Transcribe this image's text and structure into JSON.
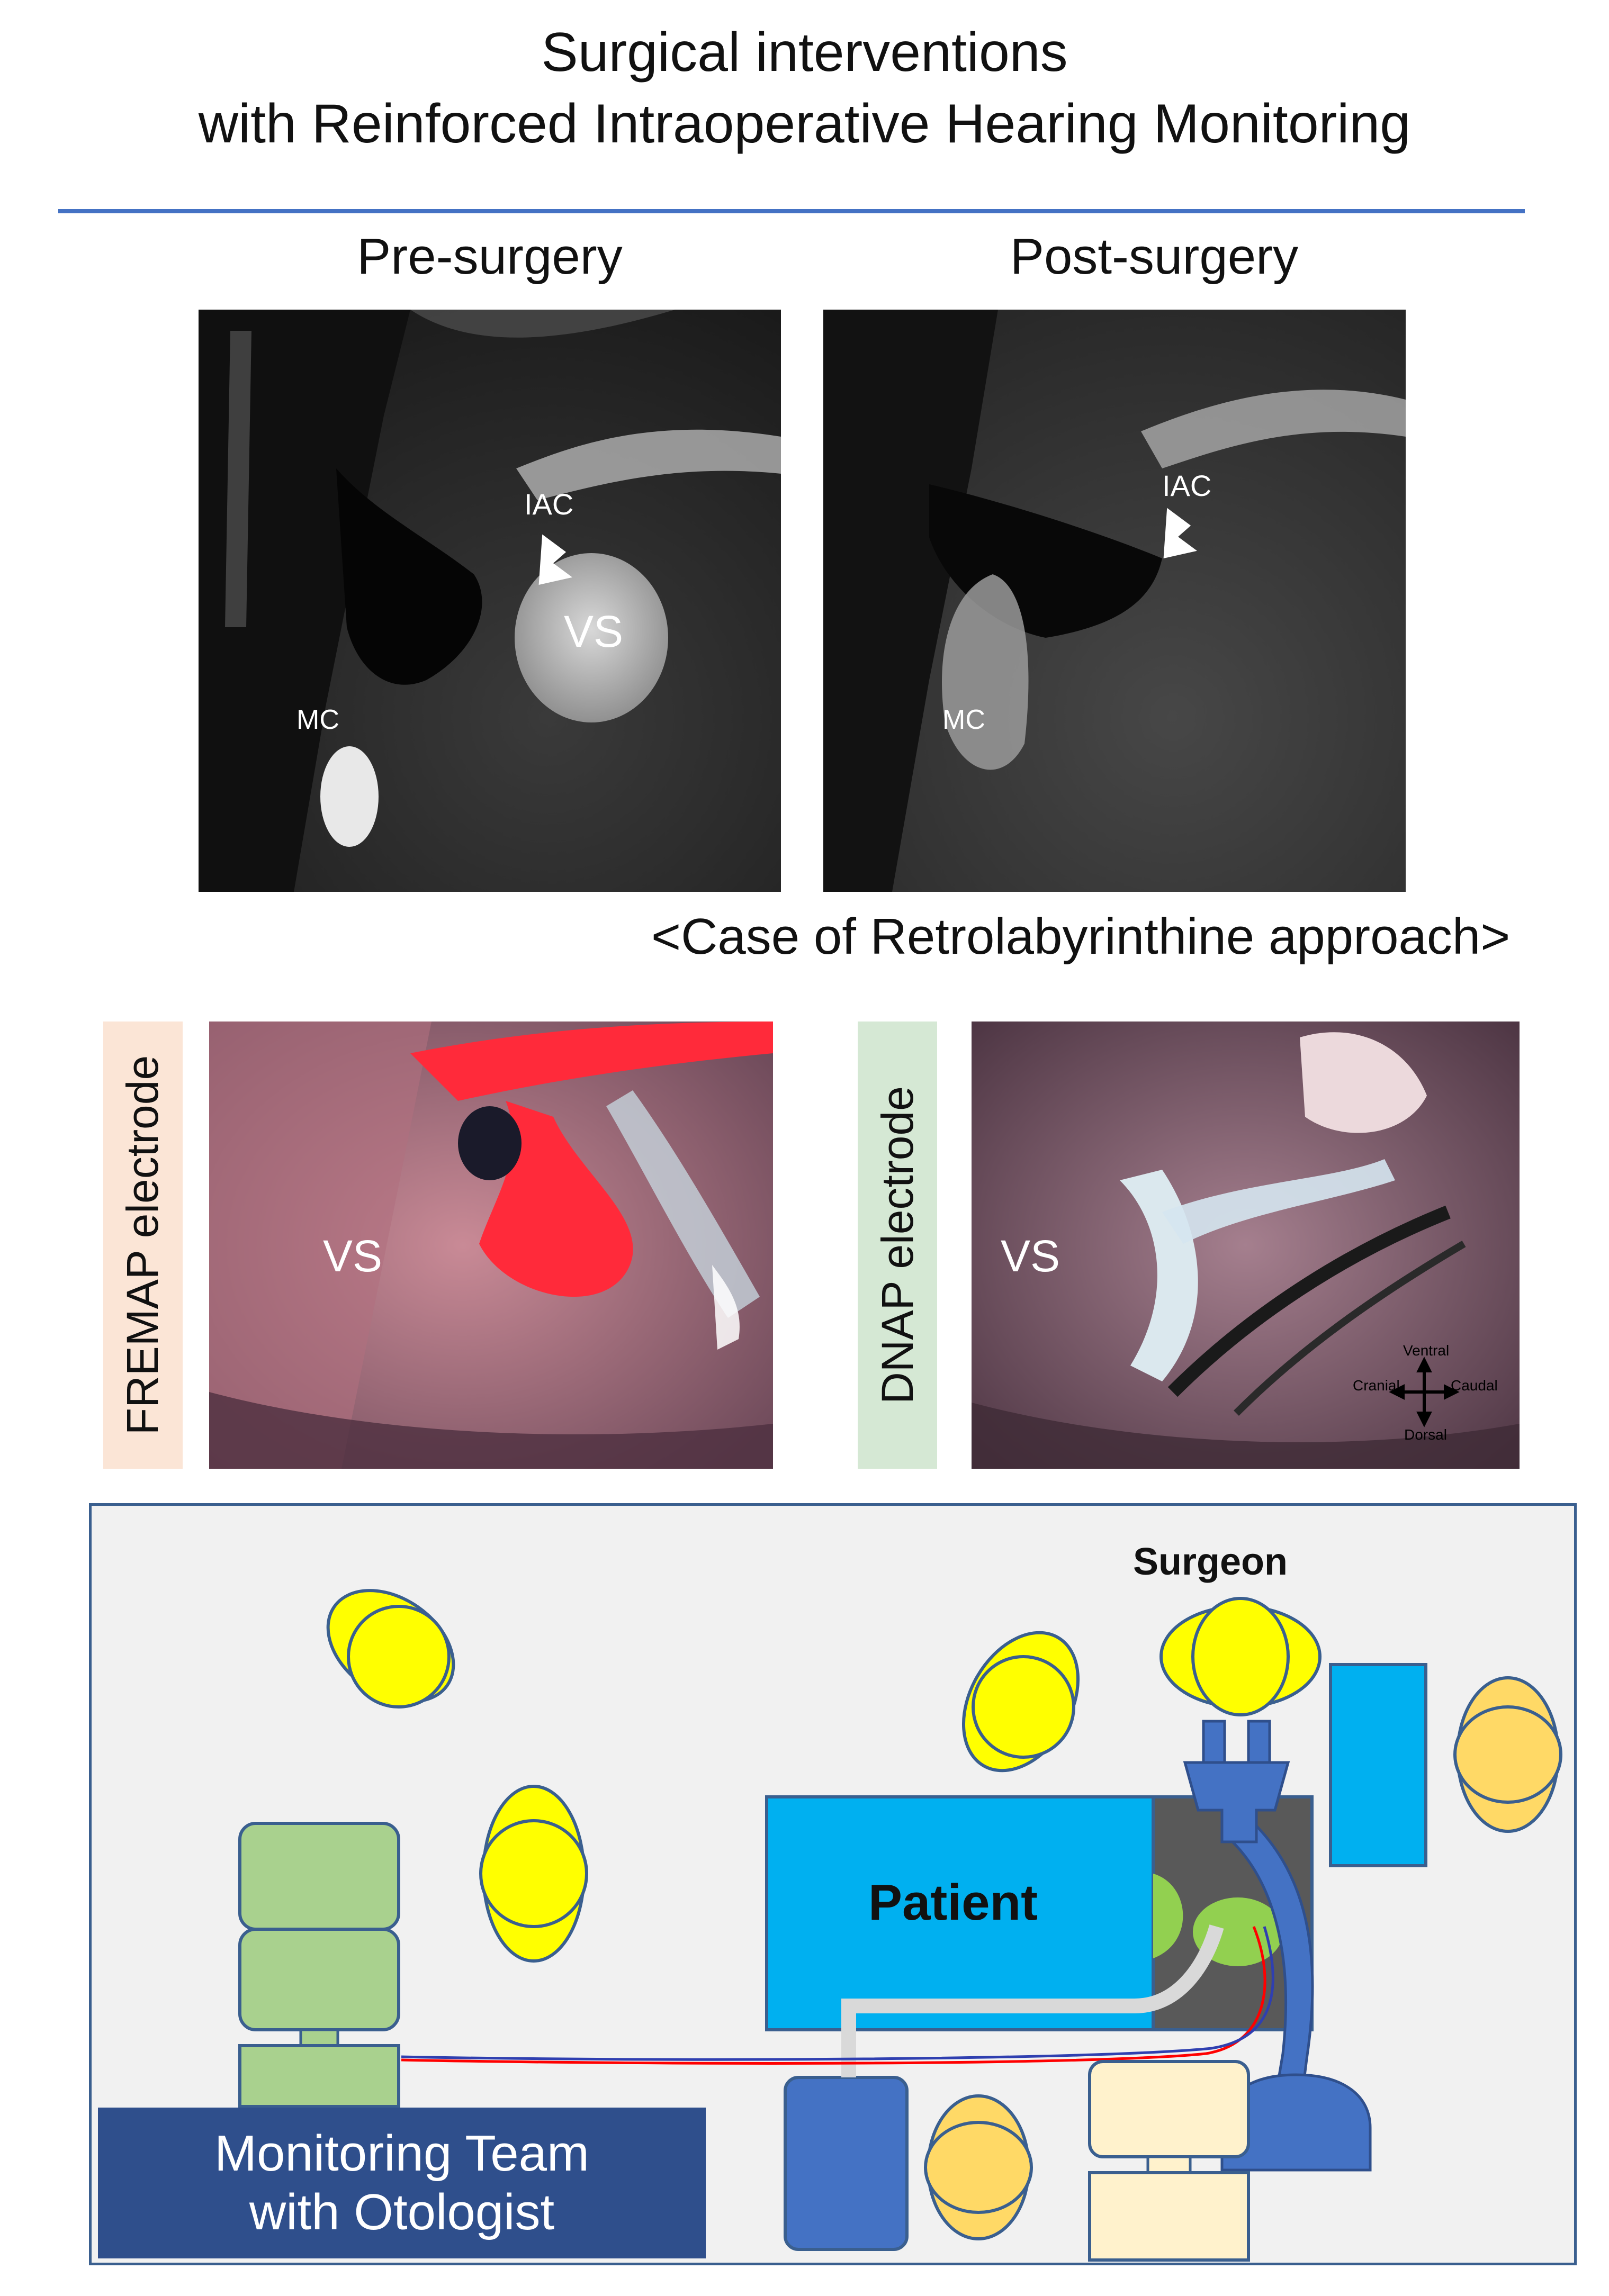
{
  "title": {
    "line1": "Surgical interventions",
    "line2": "with Reinforced Intraoperative Hearing Monitoring"
  },
  "mri": {
    "pre_label": "Pre-surgery",
    "post_label": "Post-surgery",
    "pre_annotations": {
      "iac": "IAC",
      "vs": "VS",
      "mc": "MC"
    },
    "post_annotations": {
      "iac": "IAC",
      "mc": "MC"
    }
  },
  "case_label": "<Case of Retrolabyrinthine approach>",
  "operative": {
    "left_label": "FREMAP electrode",
    "right_label": "DNAP electrode",
    "left_vs": "VS",
    "right_vs": "VS",
    "compass": {
      "ventral": "Ventral",
      "cranial": "Cranial",
      "caudal": "Caudal",
      "dorsal": "Dorsal"
    }
  },
  "diagram": {
    "surgeon_label": "Surgeon",
    "patient_label": "Patient",
    "team_line1": "Monitoring Team",
    "team_line2": "with Otologist"
  },
  "colors": {
    "rule": "#4472c4",
    "fremap_bg": "#fbe5d6",
    "dnap_bg": "#d5e8d4",
    "patient": "#00b0f0",
    "monitor_green": "#a9d18e",
    "person_yellow": "#ffff00",
    "person_orange": "#ffd966",
    "team_box": "#2f4f8c"
  }
}
